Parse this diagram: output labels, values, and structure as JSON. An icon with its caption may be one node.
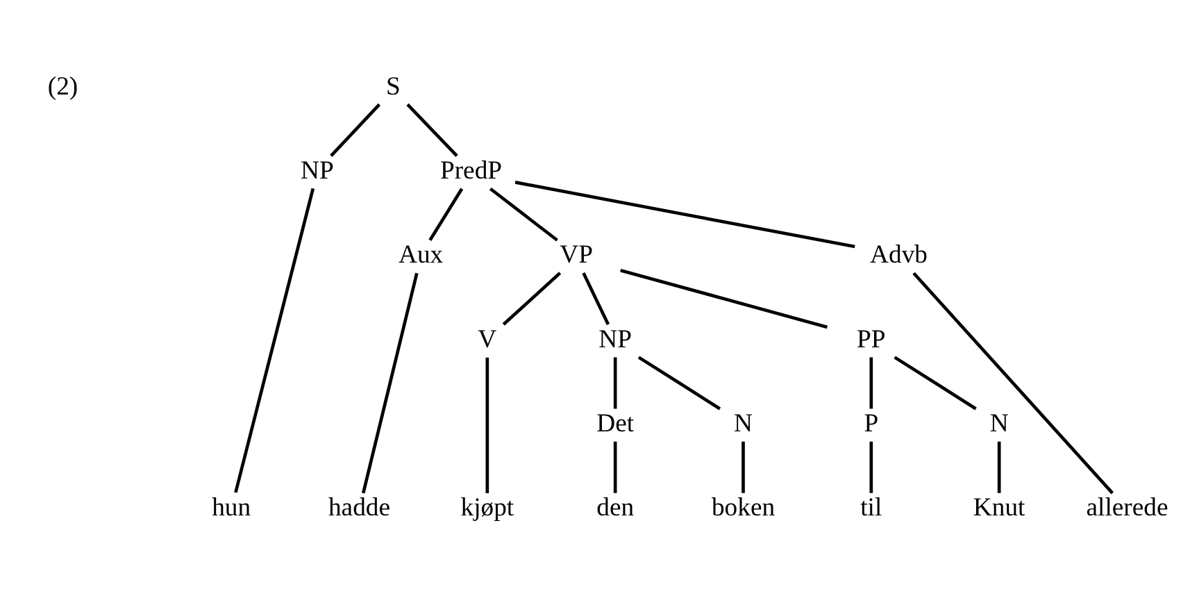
{
  "diagram": {
    "nodes": [
      {
        "text": [
          "S"
        ]
      },
      {
        "text": [
          "NP"
        ]
      },
      {
        "text": [
          "PredP"
        ]
      },
      {
        "text": [
          "Aux"
        ]
      },
      {
        "text": [
          "VP"
        ]
      },
      {
        "text": [
          "Advb"
        ]
      },
      {
        "text": [
          "V"
        ]
      },
      {
        "text": [
          "NP"
        ]
      },
      {
        "text": [
          "PP"
        ]
      },
      {
        "text": [
          "Det"
        ]
      },
      {
        "text": [
          "N"
        ]
      },
      {
        "text": [
          "P"
        ]
      },
      {
        "text": [
          "N"
        ]
      },
      {
        "text": [
          "hun"
        ]
      },
      {
        "text": [
          "hadde"
        ]
      },
      {
        "text": [
          "kjøpt"
        ]
      },
      {
        "text": [
          "den"
        ]
      },
      {
        "text": [
          "boken"
        ]
      },
      {
        "text": [
          "til"
        ]
      },
      {
        "text": [
          "Knut"
        ]
      },
      {
        "text": [
          "allerede"
        ]
      }
    ],
    "edges": [
      {
        "from": 0,
        "to": 1,
        "arrow": "none"
      },
      {
        "from": 0,
        "to": 2,
        "arrow": "none"
      },
      {
        "from": 1,
        "to": 13,
        "arrow": "none"
      },
      {
        "from": 2,
        "to": 3,
        "arrow": "none"
      },
      {
        "from": 2,
        "to": 4,
        "arrow": "none"
      },
      {
        "from": 2,
        "to": 5,
        "arrow": "none"
      },
      {
        "from": 3,
        "to": 14,
        "arrow": "none"
      },
      {
        "from": 4,
        "to": 6,
        "arrow": "none"
      },
      {
        "from": 4,
        "to": 7,
        "arrow": "none"
      },
      {
        "from": 4,
        "to": 8,
        "arrow": "none"
      },
      {
        "from": 5,
        "to": 20,
        "arrow": "none"
      },
      {
        "from": 6,
        "to": 15,
        "arrow": "none"
      },
      {
        "from": 7,
        "to": 9,
        "arrow": "none"
      },
      {
        "from": 7,
        "to": 10,
        "arrow": "none"
      },
      {
        "from": 8,
        "to": 11,
        "arrow": "none"
      },
      {
        "from": 8,
        "to": 12,
        "arrow": "none"
      },
      {
        "from": 9,
        "to": 16,
        "arrow": "none"
      },
      {
        "from": 10,
        "to": 17,
        "arrow": "none"
      },
      {
        "from": 11,
        "to": 18,
        "arrow": "none"
      },
      {
        "from": 12,
        "to": 19,
        "arrow": "none"
      }
    ],
    "labels": [
      "(2)"
    ]
  }
}
